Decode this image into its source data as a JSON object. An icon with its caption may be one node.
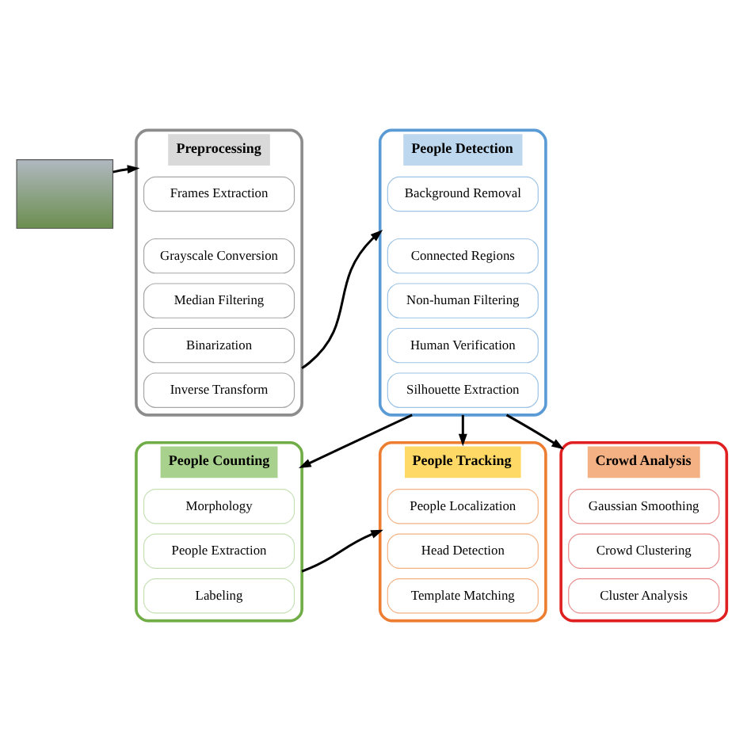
{
  "diagram": {
    "nodes": [
      {
        "text": [],
        "shape": "picture"
      },
      {
        "text": [
          "Preprocessing"
        ]
      },
      {
        "text": [
          "Frames Extraction"
        ],
        "in": 1
      },
      {
        "text": [
          "Grayscale Conversion"
        ],
        "in": 1
      },
      {
        "text": [
          "Median Filtering"
        ],
        "in": 1
      },
      {
        "text": [
          "Binarization"
        ],
        "in": 1
      },
      {
        "text": [
          "Inverse Transform"
        ],
        "in": 1
      },
      {
        "text": [
          "People Detection"
        ]
      },
      {
        "text": [
          "Background Removal"
        ],
        "in": 7
      },
      {
        "text": [
          "Connected Regions"
        ],
        "in": 7
      },
      {
        "text": [
          "Non-human Filtering"
        ],
        "in": 7
      },
      {
        "text": [
          "Human Verification"
        ],
        "in": 7
      },
      {
        "text": [
          "Silhouette Extraction"
        ],
        "in": 7
      },
      {
        "text": [
          "People Counting"
        ]
      },
      {
        "text": [
          "Morphology"
        ],
        "in": 13
      },
      {
        "text": [
          "People Extraction"
        ],
        "in": 13
      },
      {
        "text": [
          "Labeling"
        ],
        "in": 13
      },
      {
        "text": [
          "People Tracking"
        ]
      },
      {
        "text": [
          "People Localization"
        ],
        "in": 17
      },
      {
        "text": [
          "Head Detection"
        ],
        "in": 17
      },
      {
        "text": [
          "Template Matching"
        ],
        "in": 17
      },
      {
        "text": [
          "Crowd Analysis"
        ]
      },
      {
        "text": [
          "Gaussian Smoothing"
        ],
        "in": 21
      },
      {
        "text": [
          "Crowd Clustering"
        ],
        "in": 21
      },
      {
        "text": [
          "Cluster Analysis"
        ],
        "in": 21
      }
    ],
    "edges": [
      {
        "from": 0,
        "to": 1,
        "arrow": "to"
      },
      {
        "from": 1,
        "to": 7,
        "arrow": "to"
      },
      {
        "from": 7,
        "to": 13,
        "arrow": "to"
      },
      {
        "from": 7,
        "to": 17,
        "arrow": "to"
      },
      {
        "from": 7,
        "to": 21,
        "arrow": "to"
      },
      {
        "from": 13,
        "to": 17,
        "arrow": "to"
      }
    ]
  }
}
